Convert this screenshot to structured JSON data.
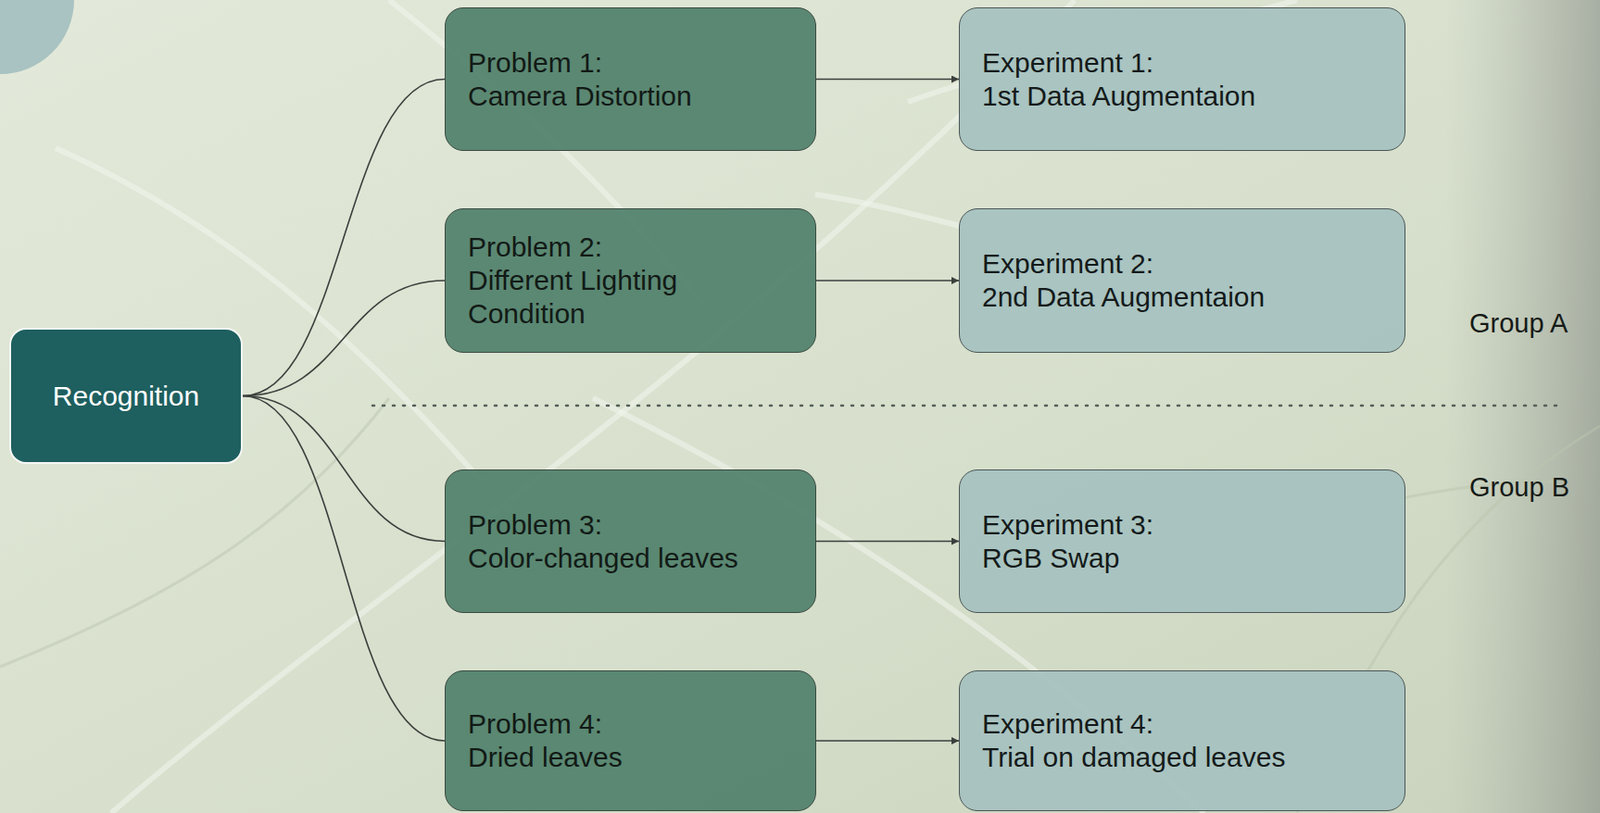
{
  "diagram": {
    "nodes": [
      {
        "text": [
          "Recognition"
        ]
      },
      {
        "text": [
          "Problem 1:",
          "Camera Distortion"
        ]
      },
      {
        "text": [
          "Experiment 1:",
          "1st Data Augmentaion"
        ]
      },
      {
        "text": [
          "Problem 2:",
          "Different Lighting Condition"
        ]
      },
      {
        "text": [
          "Experiment 2:",
          "2nd Data Augmentaion"
        ]
      },
      {
        "text": [
          "Problem 3:",
          "Color-changed leaves"
        ]
      },
      {
        "text": [
          "Experiment 3:",
          "RGB Swap"
        ]
      },
      {
        "text": [
          "Problem 4:",
          "Dried leaves"
        ]
      },
      {
        "text": [
          "Experiment 4:",
          "Trial on damaged leaves"
        ]
      }
    ],
    "edges": [
      {
        "from": 0,
        "to": 1,
        "arrow": "none"
      },
      {
        "from": 0,
        "to": 3,
        "arrow": "none"
      },
      {
        "from": 0,
        "to": 5,
        "arrow": "none"
      },
      {
        "from": 0,
        "to": 7,
        "arrow": "none"
      },
      {
        "from": 1,
        "to": 2,
        "arrow": "to"
      },
      {
        "from": 3,
        "to": 4,
        "arrow": "to"
      },
      {
        "from": 5,
        "to": 6,
        "arrow": "to"
      },
      {
        "from": 7,
        "to": 8,
        "arrow": "to"
      }
    ],
    "labels": [
      "Group A",
      "Group B"
    ]
  }
}
